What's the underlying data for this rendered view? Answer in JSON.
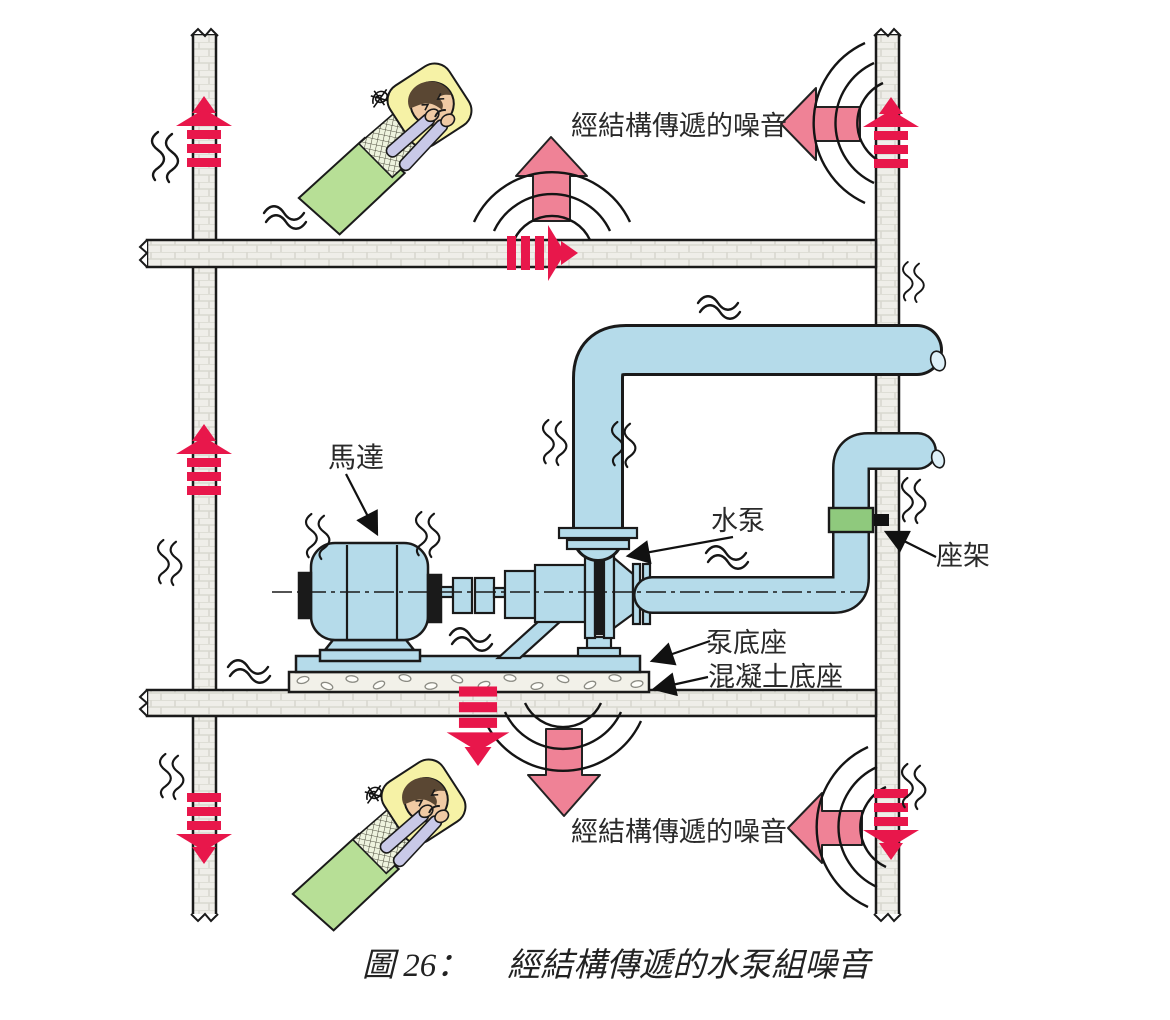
{
  "caption": {
    "prefix": "圖 26：",
    "title": "經結構傳遞的水泵組噪音"
  },
  "labels": {
    "motor": "馬達",
    "pump": "水泵",
    "mount": "座架",
    "pump_base": "泵底座",
    "concrete_base": "混凝土底座",
    "structure_noise_top": "經結構傳遞的噪音",
    "structure_noise_bottom": "經結構傳遞的噪音"
  },
  "icons": {
    "striped_arrow": "structure-borne-vibration-arrow",
    "pink_arrow": "radiated-noise-arrow",
    "arcs": "sound-wave-arcs",
    "squiggle": "vibration-squiggle",
    "scribble": "annoyance-scribble",
    "sleeper": "disturbed-sleeping-person"
  },
  "colors": {
    "pipe_blue": "#b5dbea",
    "machine_blue": "#b5dbea",
    "noise_arrow_pink": "#ef8296",
    "vibration_arrow_red": "#e8174b",
    "mount_green": "#8fc97d",
    "blanket_green": "#b7df96",
    "pillow_yellow": "#f6f2a6",
    "skin": "#f0caa4",
    "shirt_lavender": "#c9c9e8",
    "wall_gray": "#efeee9"
  }
}
